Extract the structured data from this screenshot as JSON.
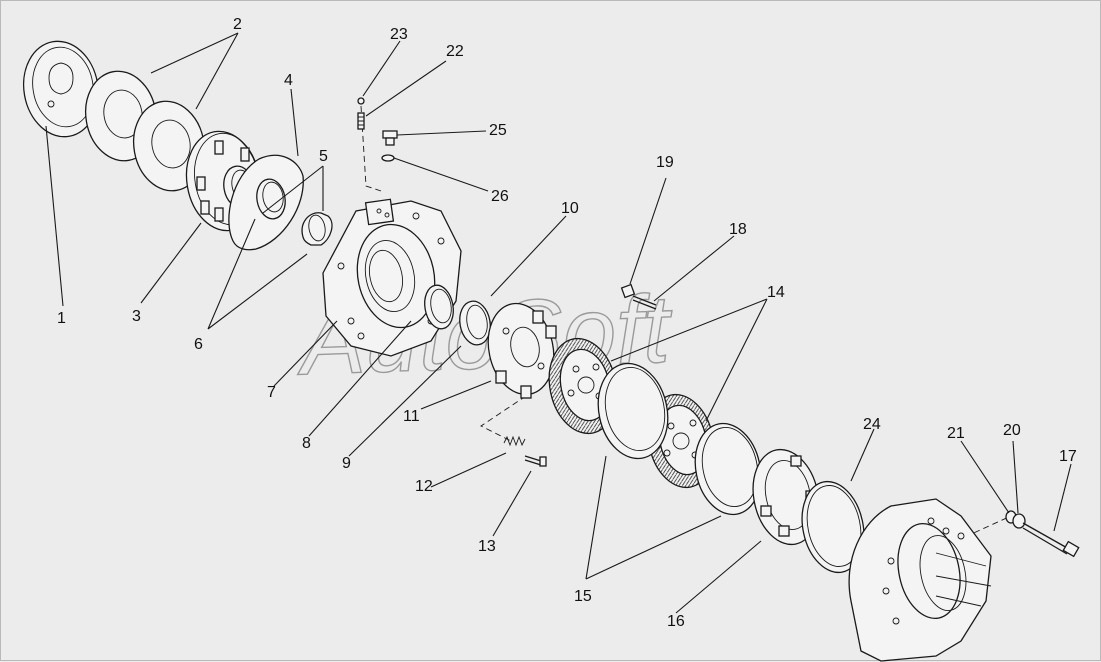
{
  "watermark": "AutoSoft",
  "labels": {
    "l1": "1",
    "l2": "2",
    "l3": "3",
    "l4": "4",
    "l5": "5",
    "l6": "6",
    "l7": "7",
    "l8": "8",
    "l9": "9",
    "l10": "10",
    "l11": "11",
    "l12": "12",
    "l13": "13",
    "l14": "14",
    "l15": "15",
    "l16": "16",
    "l17": "17",
    "l18": "18",
    "l19": "19",
    "l20": "20",
    "l21": "21",
    "l22": "22",
    "l23": "23",
    "l24": "24",
    "l25": "25",
    "l26": "26"
  }
}
